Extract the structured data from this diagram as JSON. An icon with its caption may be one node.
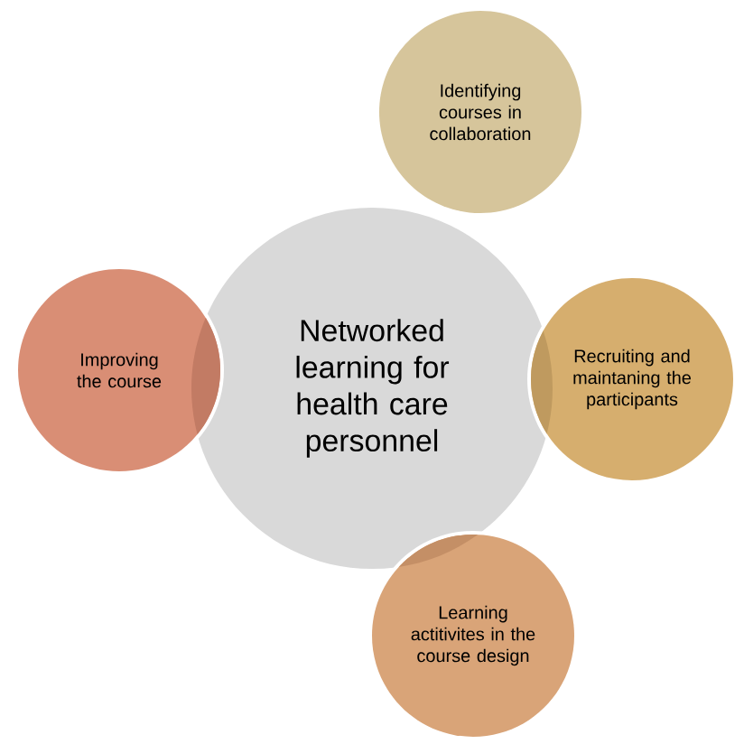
{
  "diagram": {
    "nodes": [
      {
        "text": [
          "Networked learning for health care personnel"
        ]
      },
      {
        "text": [
          "Identifying courses in collaboration"
        ]
      },
      {
        "text": [
          "Recruiting and maintaning the participants"
        ]
      },
      {
        "text": [
          "Learning actitivites in the course design"
        ]
      },
      {
        "text": [
          "Improving the course"
        ]
      }
    ]
  }
}
